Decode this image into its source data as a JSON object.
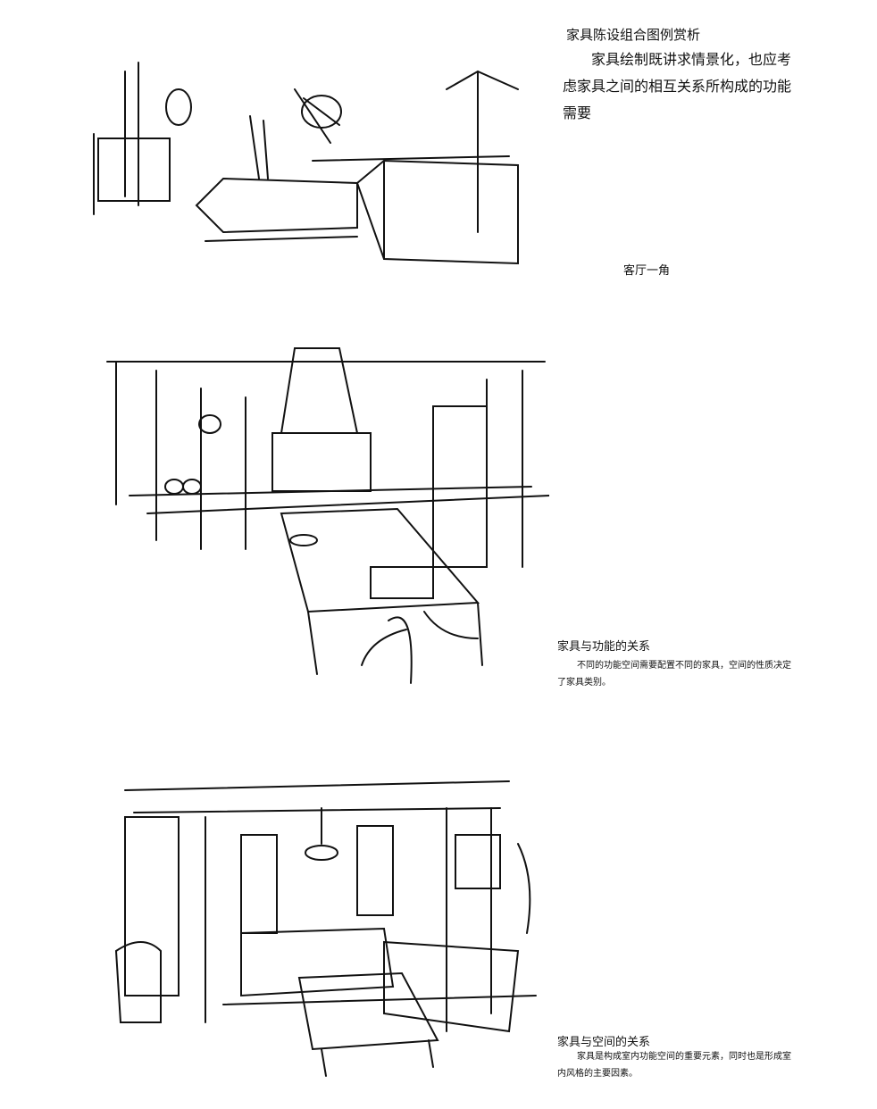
{
  "intro": {
    "title": "家具陈设组合图例赏析",
    "body": "家具绘制既讲求情景化，也应考虑家具之间的相互关系所构成的功能需要"
  },
  "sketch1": {
    "caption": "客厅一角"
  },
  "section2": {
    "title": "家具与功能的关系",
    "body": "不同的功能空间需要配置不同的家具，空间的性质决定了家具类别。"
  },
  "section3": {
    "title": "家具与空间的关系",
    "body": "家具是构成室内功能空间的重要元素，同时也是形成室内风格的主要因素。"
  }
}
